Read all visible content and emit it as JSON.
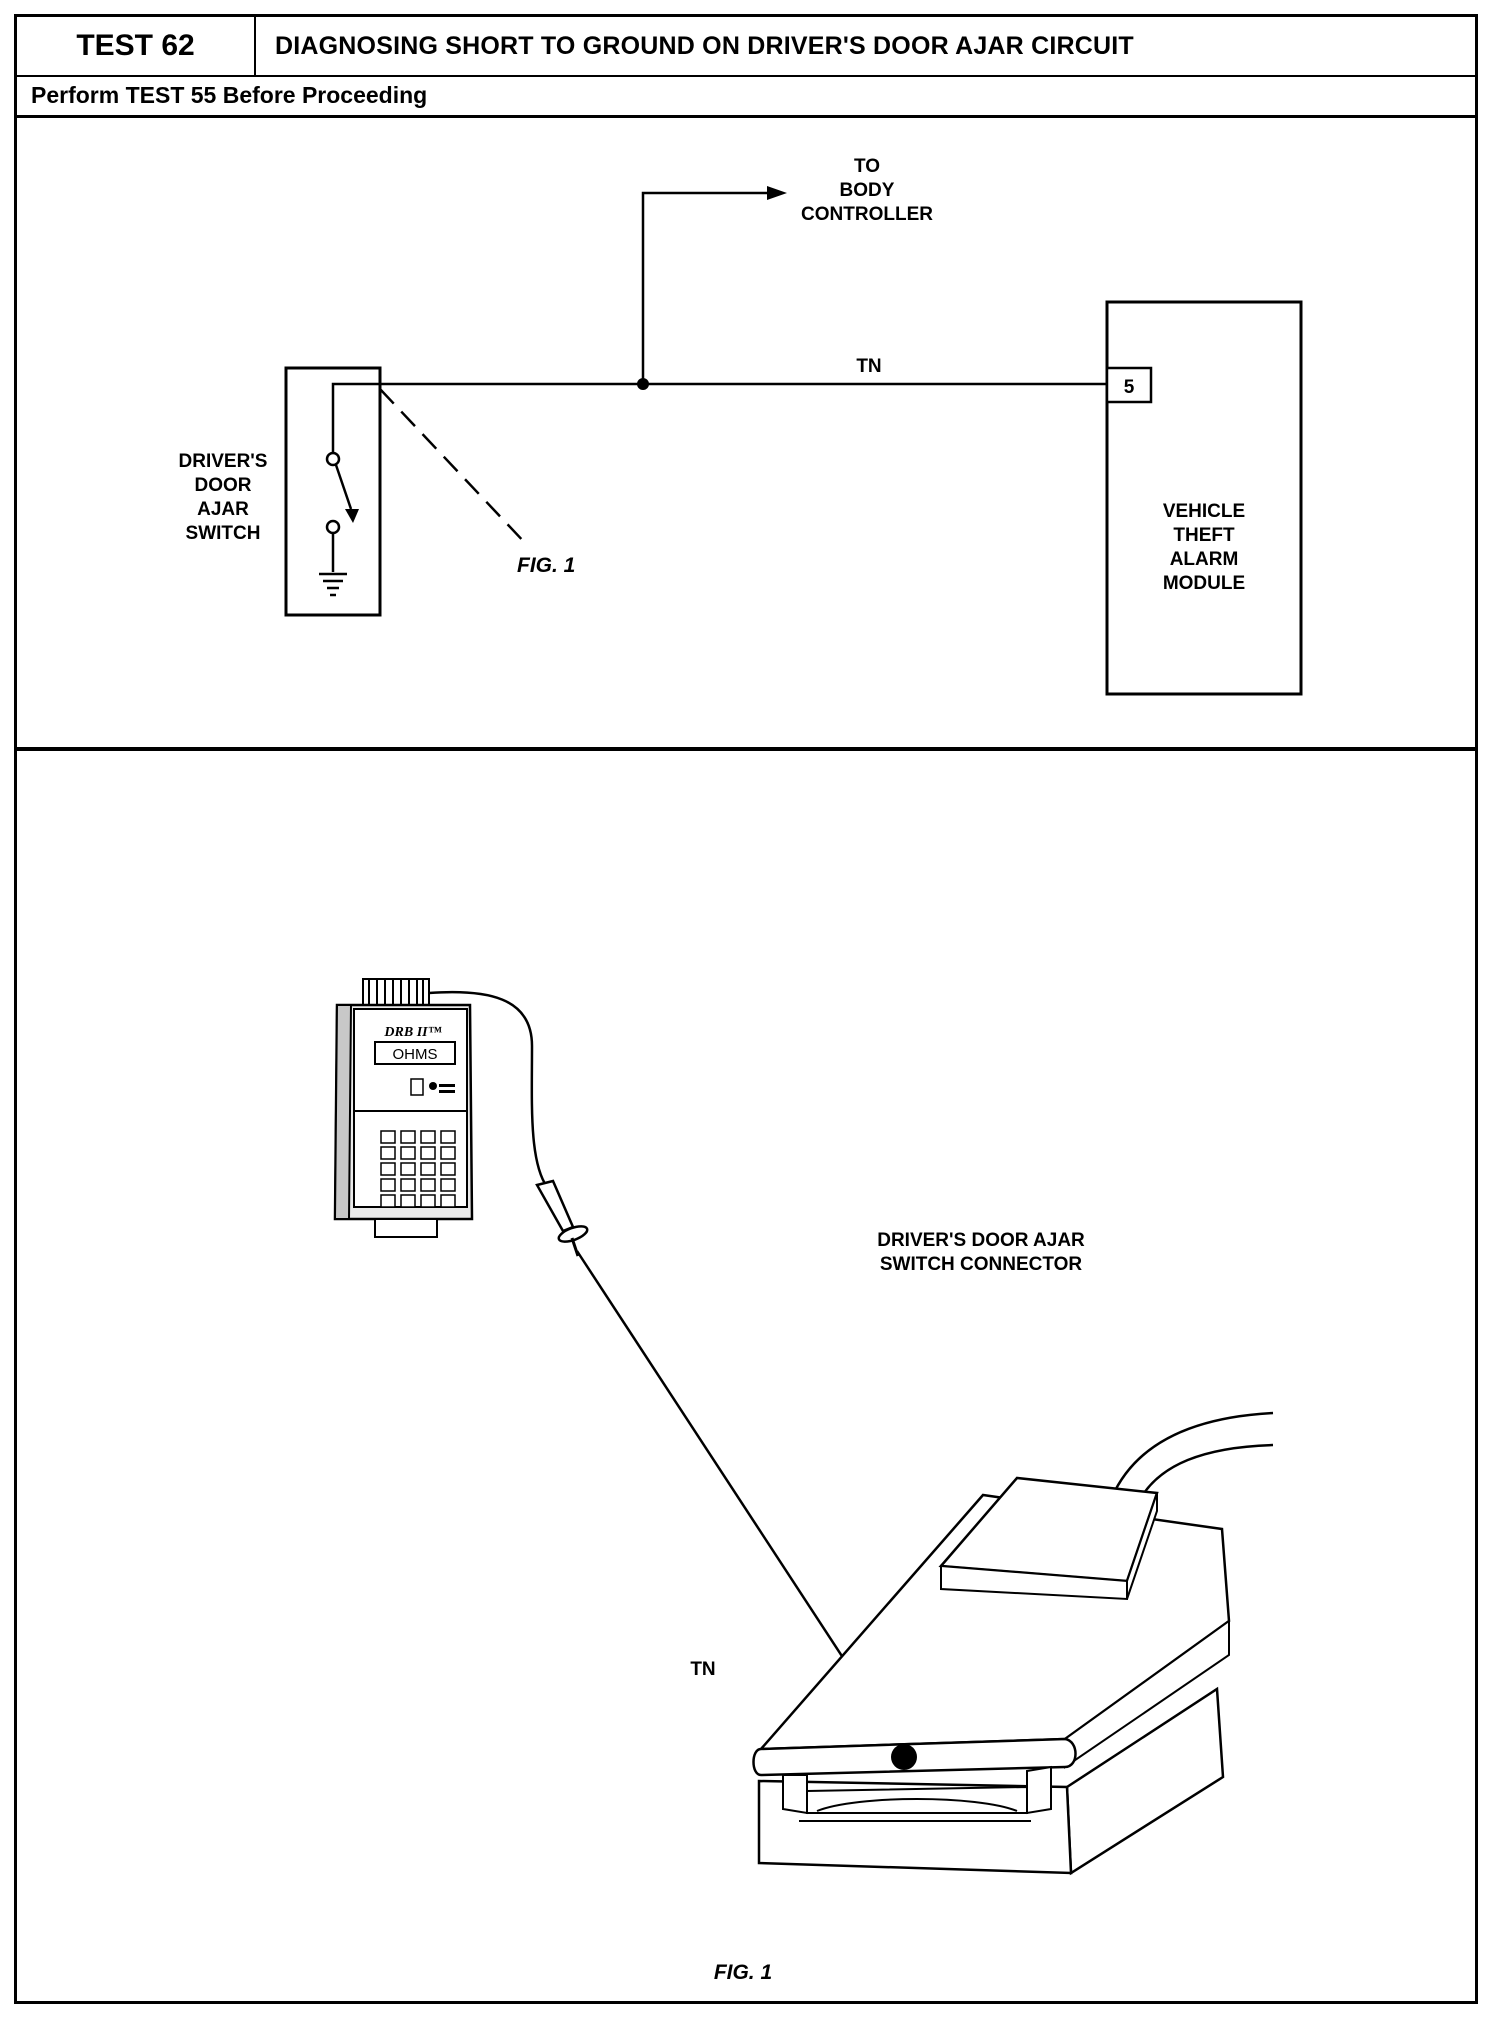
{
  "header": {
    "test_label": "TEST 62",
    "title": "DIAGNOSING SHORT TO GROUND ON DRIVER'S DOOR AJAR CIRCUIT",
    "note": "Perform TEST 55 Before Proceeding"
  },
  "schematic": {
    "to_label": [
      "TO",
      "BODY",
      "CONTROLLER"
    ],
    "wire_label": "TN",
    "pin_label": "5",
    "switch_label": [
      "DRIVER'S",
      "DOOR",
      "AJAR",
      "SWITCH"
    ],
    "module_label": [
      "VEHICLE",
      "THEFT",
      "ALARM",
      "MODULE"
    ],
    "fig_ref": "FIG. 1"
  },
  "figure": {
    "tester_brand": "DRB II™",
    "tester_display": "OHMS",
    "connector_label": [
      "DRIVER'S DOOR AJAR",
      "SWITCH CONNECTOR"
    ],
    "terminal_label": "TN",
    "caption": "FIG. 1"
  }
}
